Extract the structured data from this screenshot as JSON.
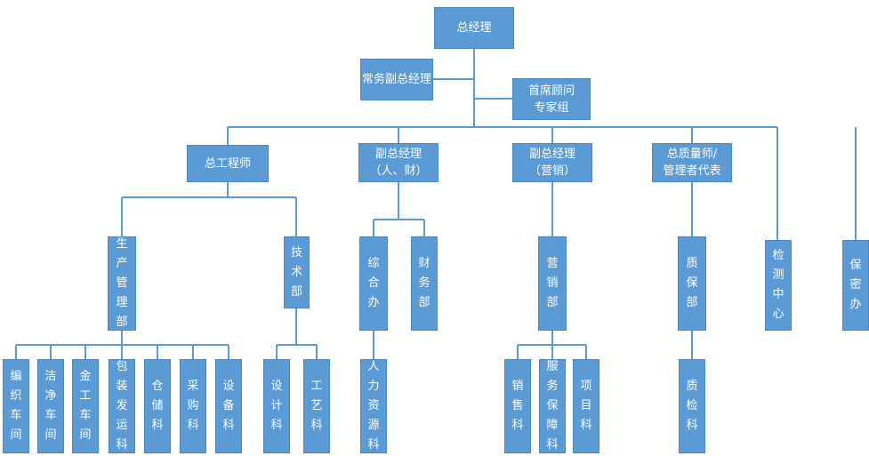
{
  "nodes": {
    "ceo": "总经理",
    "deputy_gm": "常务副总经理",
    "advisor": "首席顾问\n专家组",
    "chief_eng": "总工程师",
    "vp_hr": "副总经理\n（人、财）",
    "vp_sales": "副总经理\n（营销）",
    "quality_chief": "总质量师/\n管理者代表",
    "production": "生\n产\n管\n理\n部",
    "tech": "技\n术\n部",
    "admin": "综\n合\n办",
    "finance": "财\n务\n部",
    "marketing": "营\n销\n部",
    "qa": "质\n保\n部",
    "testing": "检\n测\n中\n心",
    "security": "保\n密\n办",
    "knit": "编\n织\n车\n间",
    "clean": "洁\n净\n车\n间",
    "metal": "金\n工\n车\n间",
    "packing": "包\n装\n发\n运\n科",
    "warehouse": "仓\n储\n科",
    "purchase": "采\n购\n科",
    "equipment": "设\n备\n科",
    "design": "设\n计\n科",
    "process": "工\n艺\n科",
    "hr": "人\n力\n资\n源\n科",
    "sales": "销\n售\n科",
    "service": "服\n务\n保\n障\n科",
    "project": "项\n目\n科",
    "inspection": "质\n检\n科"
  },
  "colors": {
    "box": "#5b9bd5",
    "line": "#5b9bd5",
    "text": "#ffffff"
  }
}
